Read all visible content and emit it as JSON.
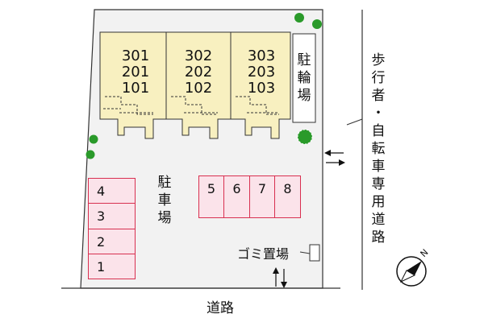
{
  "buildings": [
    {
      "units": [
        "301",
        "201",
        "101"
      ]
    },
    {
      "units": [
        "302",
        "202",
        "102"
      ]
    },
    {
      "units": [
        "303",
        "203",
        "103"
      ]
    }
  ],
  "bicycle_parking_label": [
    "駐",
    "輪",
    "場"
  ],
  "parking_label": [
    "駐",
    "車",
    "場"
  ],
  "parking_spaces_left": [
    "4",
    "3",
    "2",
    "1"
  ],
  "parking_spaces_top": [
    "5",
    "6",
    "7",
    "8"
  ],
  "garbage_label": "ゴミ置場",
  "road_label": "道路",
  "path_label": [
    "歩",
    "行",
    "者",
    "・",
    "自",
    "転",
    "車",
    "専",
    "用",
    "道",
    "路"
  ],
  "compass_label": "N",
  "colors": {
    "lot_fill": "#f2f2f2",
    "building_fill": "#f8f0c0",
    "parking_fill": "#fbe3ea",
    "parking_stroke": "#d83050",
    "tree": "#2a9a2a"
  },
  "icons": [
    "tree-icon",
    "arrow-icon",
    "compass-icon"
  ]
}
